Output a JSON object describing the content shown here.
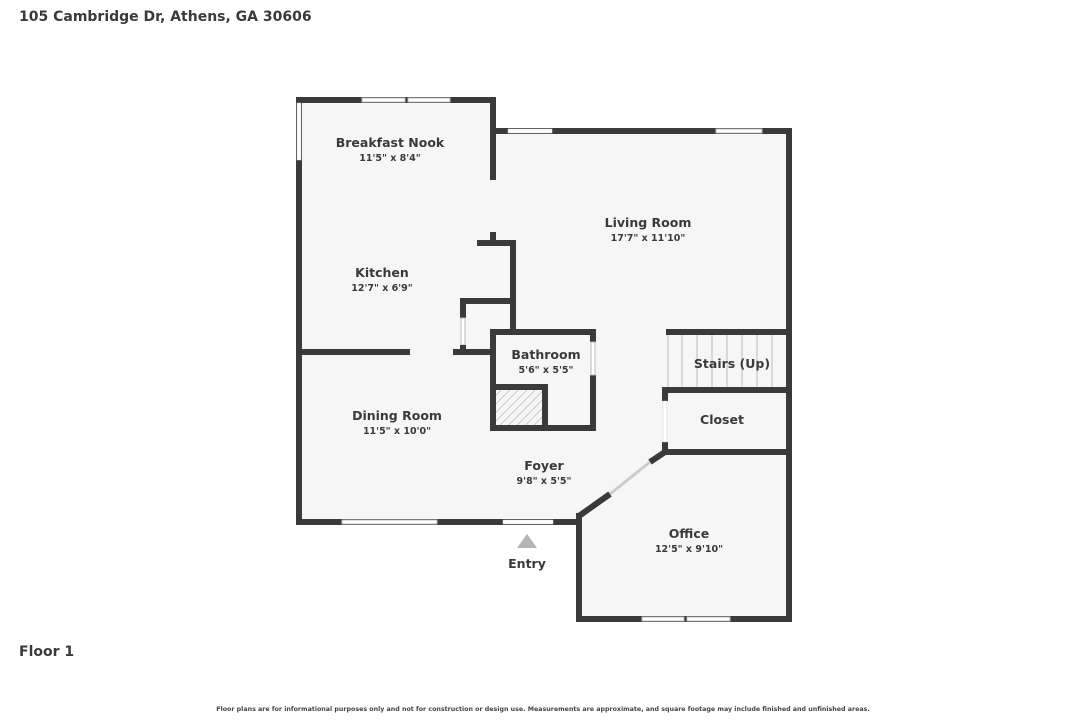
{
  "address": "105 Cambridge Dr, Athens, GA 30606",
  "floor_label": "Floor 1",
  "disclaimer": "Floor plans are for informational purposes only and not for construction or design use. Measurements are approximate, and square footage may include finished and unfinished areas.",
  "entry_label": "Entry",
  "rooms": [
    {
      "name": "Breakfast Nook",
      "dims": "11'5\" x 8'4\""
    },
    {
      "name": "Living Room",
      "dims": "17'7\" x 11'10\""
    },
    {
      "name": "Kitchen",
      "dims": "12'7\" x 6'9\""
    },
    {
      "name": "Bathroom",
      "dims": "5'6\" x 5'5\""
    },
    {
      "name": "Stairs (Up)",
      "dims": ""
    },
    {
      "name": "Dining Room",
      "dims": "11'5\" x 10'0\""
    },
    {
      "name": "Closet",
      "dims": ""
    },
    {
      "name": "Foyer",
      "dims": "9'8\" x 5'5\""
    },
    {
      "name": "Office",
      "dims": "12'5\" x 9'10\""
    }
  ],
  "colors": {
    "wall": "#3a3a3a",
    "floor": "#f6f6f6",
    "entry_arrow": "#b5b5b5"
  }
}
